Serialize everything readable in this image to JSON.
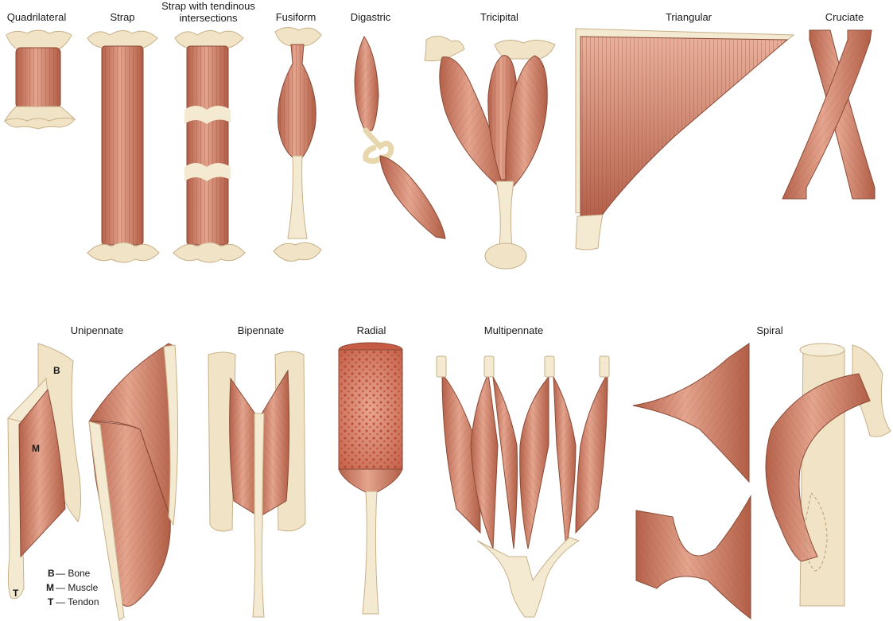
{
  "labels": {
    "quadrilateral": "Quadrilateral",
    "strap": "Strap",
    "strap_tendinous_line1": "Strap with tendinous",
    "strap_tendinous_line2": "intersections",
    "fusiform": "Fusiform",
    "digastric": "Digastric",
    "tricipital": "Tricipital",
    "triangular": "Triangular",
    "cruciate": "Cruciate",
    "unipennate": "Unipennate",
    "bipennate": "Bipennate",
    "radial": "Radial",
    "multipennate": "Multipennate",
    "spiral": "Spiral"
  },
  "markers": {
    "bone": "B",
    "muscle": "M",
    "tendon": "T"
  },
  "legend": [
    {
      "key": "B",
      "text": "— Bone"
    },
    {
      "key": "M",
      "text": "— Muscle"
    },
    {
      "key": "T",
      "text": "— Tendon"
    }
  ],
  "colors": {
    "muscle": "#c9785f",
    "muscle_dark": "#a4533d",
    "muscle_light": "#e6a690",
    "tendon": "#f4ead2",
    "bone": "#f1e4c6",
    "outline": "#8a4a36"
  }
}
